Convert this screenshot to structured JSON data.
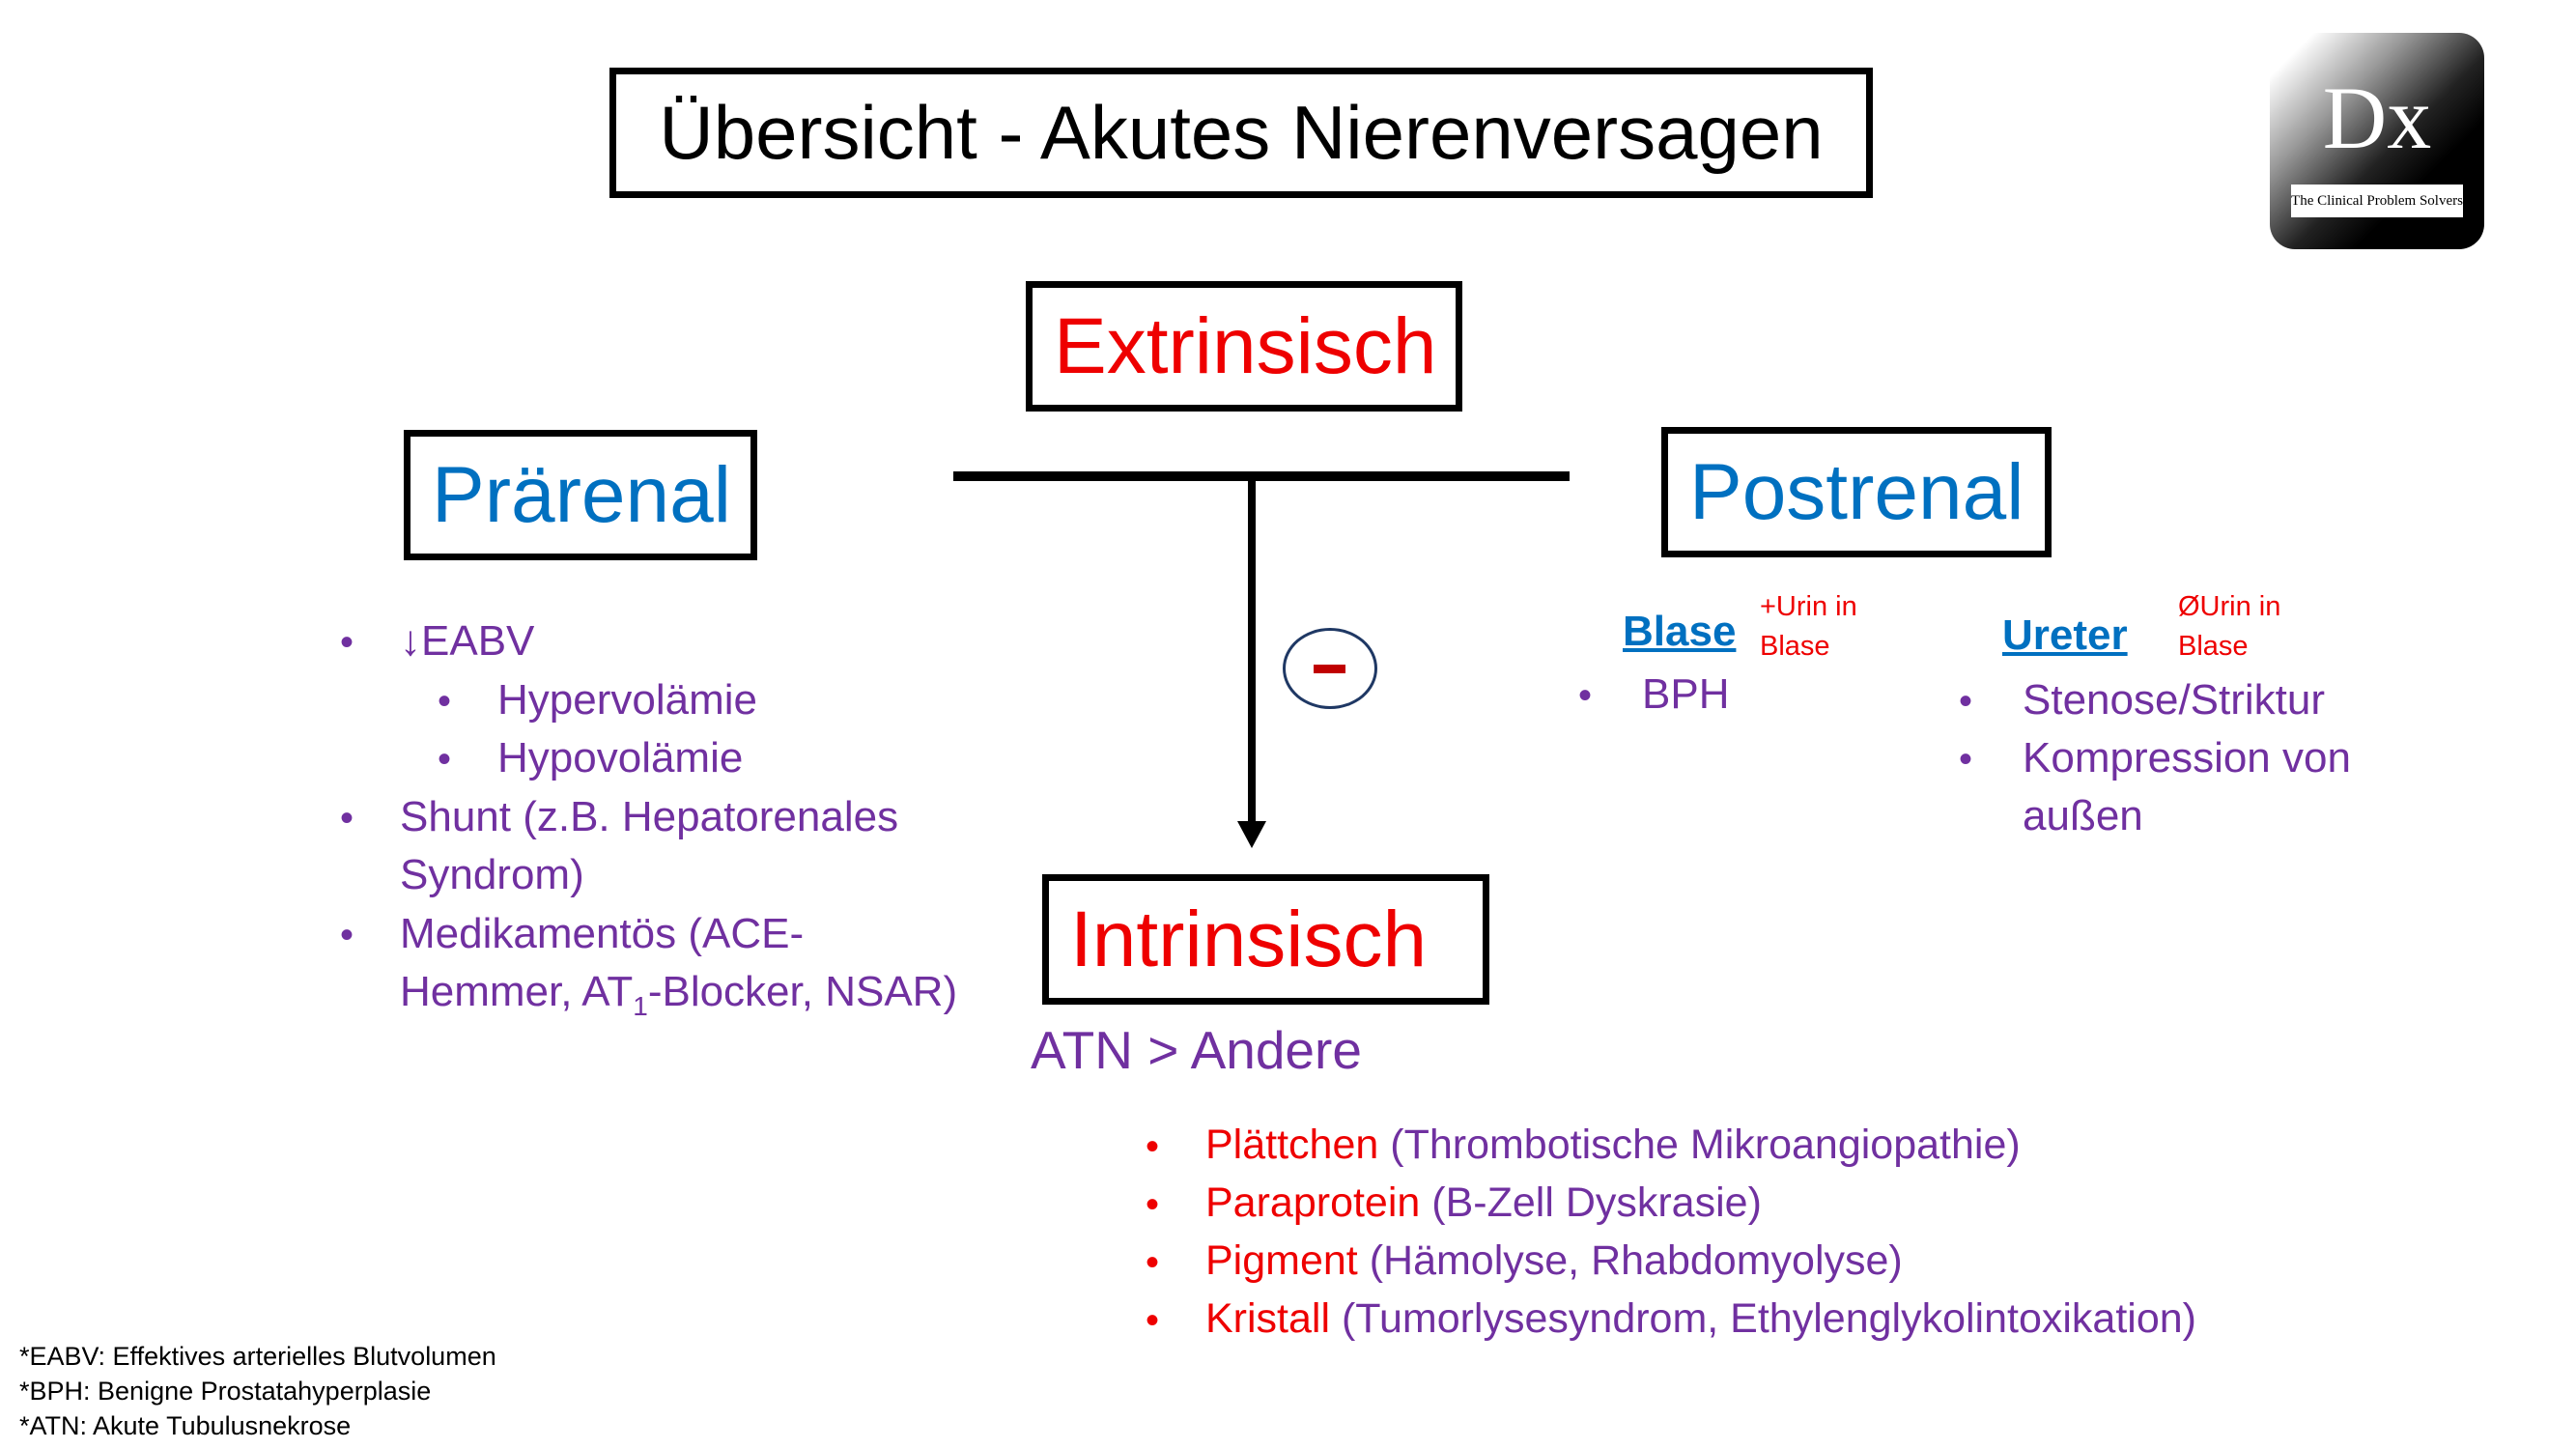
{
  "title": "Übersicht - Akutes Nierenversagen",
  "logo": {
    "mark": "Dx",
    "tagline": "The Clinical Problem Solvers"
  },
  "nodes": {
    "extrinsisch": "Extrinsisch",
    "praerenal": "Prärenal",
    "postrenal": "Postrenal",
    "intrinsisch": "Intrinsisch"
  },
  "operator": "-",
  "praerenal_list": {
    "item1": "↓EABV",
    "sub1": "Hypervolämie",
    "sub2": "Hypovolämie",
    "item2_line1": "Shunt (z.B. Hepatorenales",
    "item2_line2": "Syndrom)",
    "item3_line1": "Medikamentös (ACE-",
    "item3_line2_a": "Hemmer, AT",
    "item3_line2_sub": "1",
    "item3_line2_b": "-Blocker, NSAR)"
  },
  "postrenal_list": {
    "blase_heading": "Blase",
    "blase_note_line1": "+Urin in",
    "blase_note_line2": "Blase",
    "blase_item1": "BPH",
    "ureter_heading": "Ureter",
    "ureter_note_line1": "ØUrin in",
    "ureter_note_line2": "Blase",
    "ureter_item1": "Stenose/Striktur",
    "ureter_item2_line1": "Kompression von",
    "ureter_item2_line2": "außen"
  },
  "intrinsisch_list": {
    "summary": "ATN > Andere",
    "items": [
      {
        "key": "Plättchen",
        "detail": " (Thrombotische Mikroangiopathie)"
      },
      {
        "key": "Paraprotein",
        "detail": " (B-Zell Dyskrasie)"
      },
      {
        "key": "Pigment",
        "detail": " (Hämolyse, Rhabdomyolyse)"
      },
      {
        "key": "Kristall",
        "detail": " (Tumorlysesyndrom, Ethylenglykolintoxikation)"
      }
    ]
  },
  "footnotes": [
    "*EABV: Effektives arterielles Blutvolumen",
    "*BPH: Benigne Prostatahyperplasie",
    "*ATN: Akute Tubulusnekrose"
  ],
  "colors": {
    "red": "#ee0000",
    "blue": "#0070c0",
    "purple": "#7030a0",
    "circle": "#1f3864"
  },
  "bullet": "•"
}
